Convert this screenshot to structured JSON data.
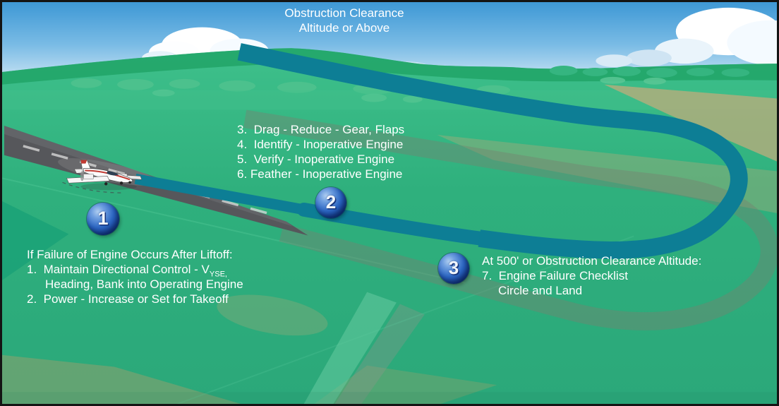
{
  "figure": {
    "top_label": {
      "line1": "Obstruction Clearance",
      "line2": "Altitude or Above"
    },
    "step_markers": {
      "marker1": "1",
      "marker2": "2",
      "marker3": "3"
    },
    "liftoff_block": {
      "heading": "If Failure of Engine Occurs After Liftoff:",
      "item1_main": "1.  Maintain Directional Control - V",
      "item1_subscript": "YSE,",
      "item1_cont": "Heading, Bank into Operating Engine",
      "item2": "2.  Power - Increase or Set for Takeoff"
    },
    "climb_checklist_block": {
      "item3": "3.  Drag - Reduce - Gear, Flaps",
      "item4": "4.  Identify - Inoperative Engine",
      "item5": "5.  Verify - Inoperative Engine",
      "item6": "6. Feather - Inoperative Engine"
    },
    "clearance_block": {
      "heading": "At 500' or Obstruction Clearance Altitude:",
      "item7": "7.  Engine Failure Checklist",
      "item7_cont": "Circle and Land"
    },
    "colors": {
      "flight_path_teal": "#0d7e95",
      "ground_track_gray": "#76806f",
      "sky_blue_top": "#3e98d5",
      "field_green": "#2fb07d",
      "runway_gray": "#56575b",
      "marker_blue": "#1e4f9c",
      "text_white": "#ffffff"
    }
  }
}
